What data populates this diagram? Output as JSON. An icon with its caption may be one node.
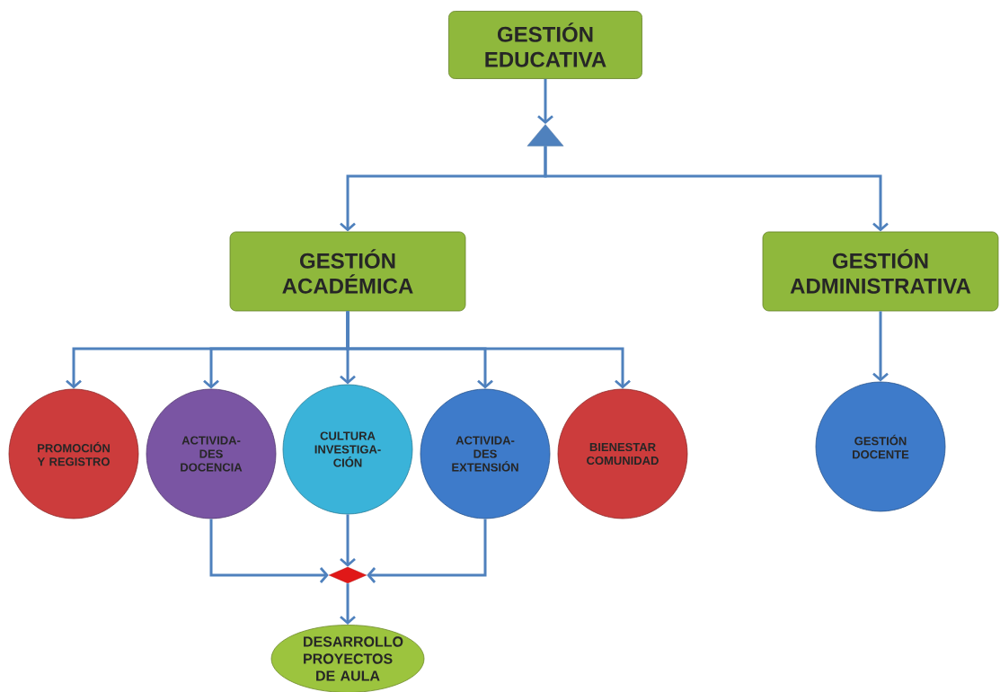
{
  "diagram": {
    "nodes": [
      {
        "text": [
          "GESTIÓN EDUCATIVA"
        ]
      },
      {
        "text": [],
        "shape": "triangle"
      },
      {
        "text": [
          "GESTIÓN ACADÉMICA"
        ]
      },
      {
        "text": [
          "GESTIÓN ADMINISTRATIVA"
        ]
      },
      {
        "text": [
          "PROMOCIÓN Y REGISTRO"
        ]
      },
      {
        "text": [
          "ACTIVIDA- DES DOCENCIA"
        ]
      },
      {
        "text": [
          "CULTURA INVESTIGA- CIÓN"
        ]
      },
      {
        "text": [
          "ACTIVIDA- DES EXTENSIÓN"
        ]
      },
      {
        "text": [
          "BIENESTAR COMUNIDAD"
        ]
      },
      {
        "text": [
          "GESTIÓN DOCENTE"
        ]
      },
      {
        "text": [],
        "shape": "diamond"
      },
      {
        "text": [
          "DESARROLLO PROYECTOS DE AULA"
        ]
      }
    ],
    "edges": [
      {
        "from": 0,
        "to": 1,
        "arrow": "to"
      },
      {
        "from": 1,
        "to": 2,
        "arrow": "to"
      },
      {
        "from": 1,
        "to": 3,
        "arrow": "to"
      },
      {
        "from": 2,
        "to": 4,
        "arrow": "to"
      },
      {
        "from": 2,
        "to": 5,
        "arrow": "to"
      },
      {
        "from": 2,
        "to": 6,
        "arrow": "to"
      },
      {
        "from": 2,
        "to": 7,
        "arrow": "to"
      },
      {
        "from": 2,
        "to": 8,
        "arrow": "to"
      },
      {
        "from": 3,
        "to": 9,
        "arrow": "to"
      },
      {
        "from": 5,
        "to": 10,
        "arrow": "to"
      },
      {
        "from": 6,
        "to": 10,
        "arrow": "to"
      },
      {
        "from": 7,
        "to": 10,
        "arrow": "to"
      },
      {
        "from": 10,
        "to": 11,
        "arrow": "to"
      }
    ]
  }
}
